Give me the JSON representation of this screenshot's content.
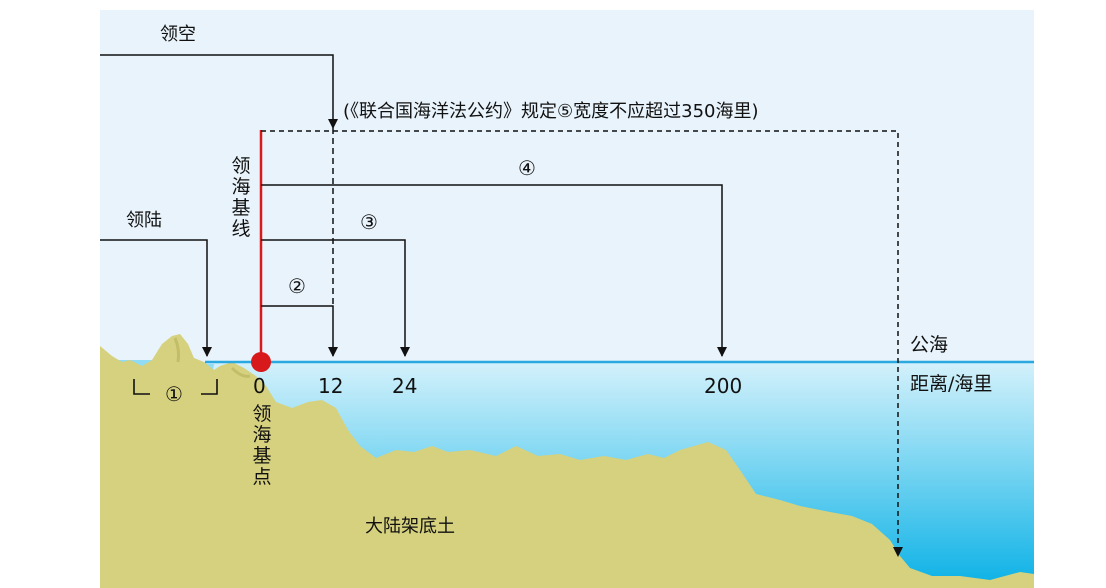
{
  "labels": {
    "airspace": "领空",
    "land_territory": "领陆",
    "baseline": "领海基线",
    "base_point": "领海基点",
    "high_seas": "公海",
    "distance_unit": "距离/海里",
    "continental_shelf": "大陆架底土",
    "convention_note": "(《联合国海洋法公约》规定⑤宽度不应超过350海里)"
  },
  "zones": {
    "internal_waters": "①",
    "territorial_sea": "②",
    "contiguous_zone": "③",
    "eez": "④"
  },
  "ticks": [
    "0",
    "12",
    "24",
    "200"
  ],
  "colors": {
    "baseline_red": "#d7191c",
    "sea_line": "#2aa8e0",
    "land": "#d6d17e",
    "sea_top": "#d4f1fb",
    "sea_bottom": "#0ab1e6",
    "background_panel": "#e8f3fb"
  }
}
